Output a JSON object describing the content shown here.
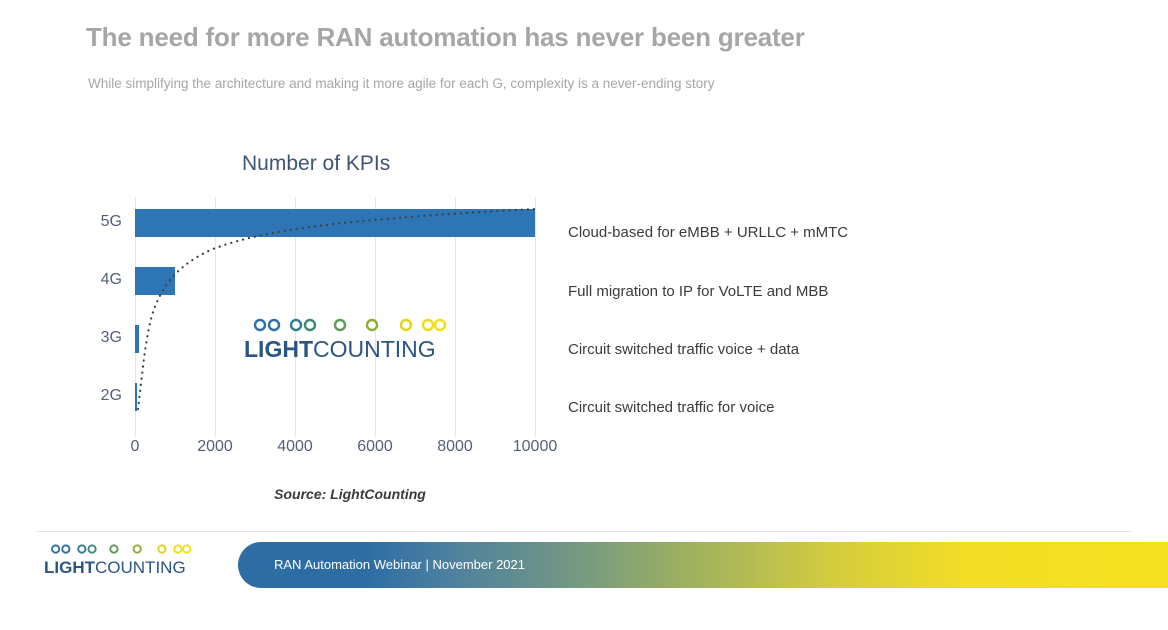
{
  "slide": {
    "title": "The need for more RAN automation has never been greater",
    "subtitle": "While simplifying the architecture and making it more agile for each G, complexity is a never-ending story",
    "source_note": "Source: LightCounting"
  },
  "brand": {
    "name_bold": "LIGHT",
    "name_light": "COUNTING",
    "logo_alt": "lightcounting-logo"
  },
  "footer": {
    "text": "RAN Automation Webinar  | November 2021",
    "bar_gradient_start": "#2e6da4",
    "bar_gradient_mid": "#9cb060",
    "bar_gradient_end": "#f5e11f"
  },
  "colors": {
    "title_gray": "#a6a6a6",
    "bar_blue": "#2e75b6",
    "axis_text": "#54607a",
    "chart_title": "#3f5575",
    "gridline": "#dee4ee",
    "annotation_text": "#3b3b3b",
    "brand_blue": "#2a5585"
  },
  "chart_data": {
    "type": "bar",
    "title": "Number of KPIs",
    "xlabel": "",
    "ylabel": "",
    "orientation": "horizontal",
    "categories": [
      "5G",
      "4G",
      "3G",
      "2G"
    ],
    "values": [
      10000,
      1000,
      100,
      10
    ],
    "xticks": [
      0,
      2000,
      4000,
      6000,
      8000,
      10000
    ],
    "xtick_labels": [
      "0",
      "2000",
      "4000",
      "6000",
      "8000",
      "10000"
    ],
    "xlim": [
      0,
      10000
    ],
    "grid": true,
    "grid_axis": "x",
    "legend": false,
    "overlay_series": {
      "name": "complexity trend",
      "type": "line",
      "style": "dotted",
      "color": "#404040",
      "description": "dotted logarithmic growth curve rising from 2G to 5G"
    },
    "annotations": [
      {
        "category": "5G",
        "text": "Cloud-based for eMBB + URLLC + mMTC"
      },
      {
        "category": "4G",
        "text": "Full migration to IP for VoLTE and MBB"
      },
      {
        "category": "3G",
        "text": "Circuit switched traffic voice + data"
      },
      {
        "category": "2G",
        "text": "Circuit switched traffic for voice"
      }
    ]
  }
}
